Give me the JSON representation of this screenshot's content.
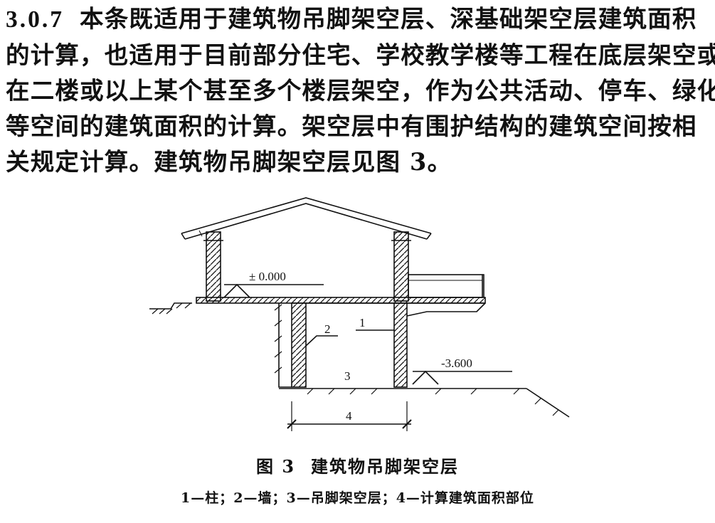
{
  "clause": {
    "number": "3.0.7",
    "lines": [
      "本条既适用于建筑物吊脚架空层、深基础架空层建筑面积",
      "的计算，也适用于目前部分住宅、学校教学楼等工程在底层架空或",
      "在二楼或以上某个甚至多个楼层架空，作为公共活动、停车、绿化",
      "等空间的建筑面积的计算。架空层中有围护结构的建筑空间按相",
      "关规定计算。建筑物吊脚架空层见图 3。"
    ]
  },
  "figure": {
    "labels": {
      "elev_upper": "± 0.000",
      "elev_lower": "-3.600",
      "part_1": "1",
      "part_2": "2",
      "part_3": "3",
      "part_4": "4"
    },
    "caption_number": "图 3",
    "caption_title": "建筑物吊脚架空层",
    "legend": "1—柱；2—墙；3—吊脚架空层；4—计算建筑面积部位"
  }
}
